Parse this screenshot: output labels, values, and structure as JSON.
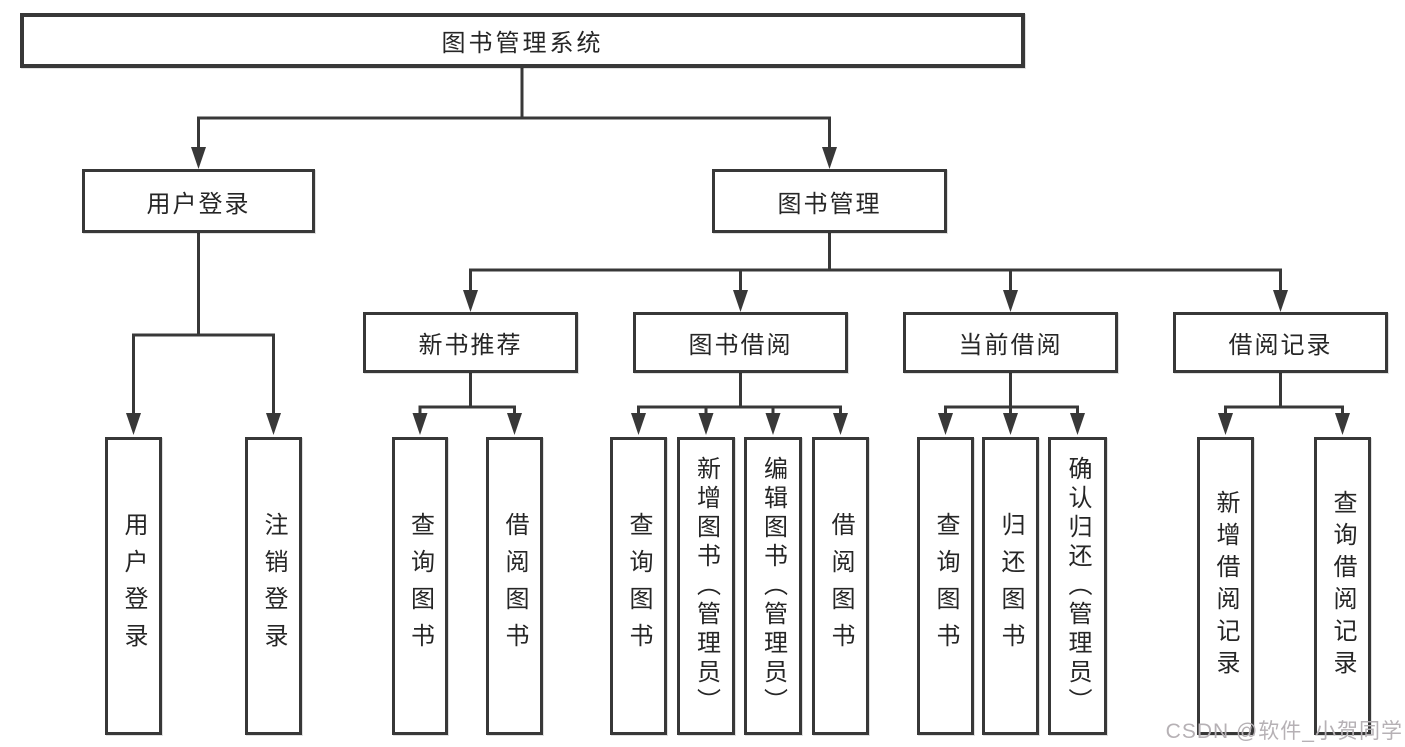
{
  "diagram": {
    "tree": {
      "label": "图书管理系统",
      "children": [
        {
          "label": "用户登录",
          "children": [
            {
              "label": "用户登录"
            },
            {
              "label": "注销登录"
            }
          ]
        },
        {
          "label": "图书管理",
          "children": [
            {
              "label": "新书推荐",
              "children": [
                {
                  "label": "查询图书"
                },
                {
                  "label": "借阅图书"
                }
              ]
            },
            {
              "label": "图书借阅",
              "children": [
                {
                  "label": "查询图书"
                },
                {
                  "label": "新增图书（管理员）"
                },
                {
                  "label": "编辑图书（管理员）"
                },
                {
                  "label": "借阅图书"
                }
              ]
            },
            {
              "label": "当前借阅",
              "children": [
                {
                  "label": "查询图书"
                },
                {
                  "label": "归还图书"
                },
                {
                  "label": "确认归还（管理员）"
                }
              ]
            },
            {
              "label": "借阅记录",
              "children": [
                {
                  "label": "新增借阅记录"
                },
                {
                  "label": "查询借阅记录"
                }
              ]
            }
          ]
        }
      ]
    },
    "watermark": "CSDN @软件_小贺同学",
    "colors": {
      "line": "#383838",
      "text": "#262626",
      "box_background": "#ffffff",
      "page_background": "#ffffff",
      "watermark": "#b6b1b5"
    }
  }
}
